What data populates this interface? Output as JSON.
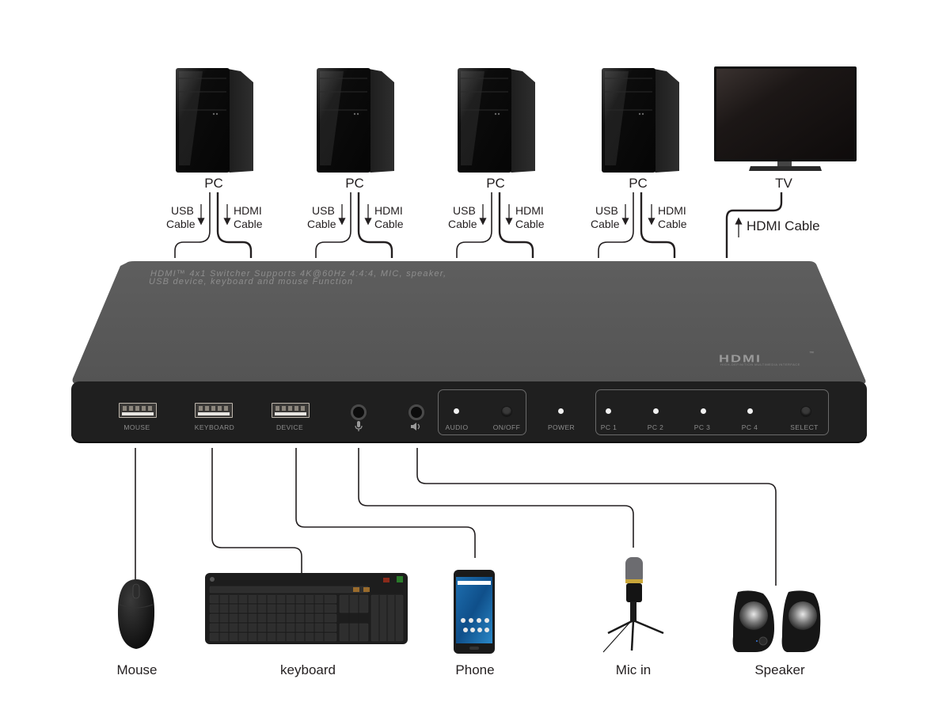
{
  "diagram": {
    "title": "HDMI 4x1 KVM Switcher connection diagram",
    "sources": [
      {
        "label": "PC",
        "usb_label": "USB\nCable",
        "hdmi_label": "HDMI\nCable",
        "usb_top": "USB",
        "usb_bottom": "Cable",
        "hdmi_top": "HDMI",
        "hdmi_bottom": "Cable"
      },
      {
        "label": "PC",
        "usb_top": "USB",
        "usb_bottom": "Cable",
        "hdmi_top": "HDMI",
        "hdmi_bottom": "Cable"
      },
      {
        "label": "PC",
        "usb_top": "USB",
        "usb_bottom": "Cable",
        "hdmi_top": "HDMI",
        "hdmi_bottom": "Cable"
      },
      {
        "label": "PC",
        "usb_top": "USB",
        "usb_bottom": "Cable",
        "hdmi_top": "HDMI",
        "hdmi_bottom": "Cable"
      }
    ],
    "display": {
      "label": "TV",
      "cable_label": "HDMI Cable"
    },
    "switch": {
      "slogan_line1": "HDMI™ 4x1 Switcher Supports 4K@60Hz 4:4:4, MIC, speaker,",
      "slogan_line2": "USB device, keyboard and mouse Function",
      "logo": "HDMI",
      "logo_tm": "™",
      "logo_sub": "HIGH-DEFINITION MULTIMEDIA INTERFACE",
      "ports": {
        "mouse": "MOUSE",
        "keyboard": "KEYBOARD",
        "device": "DEVICE",
        "mic_icon": "mic-icon",
        "speaker_icon": "speaker-icon"
      },
      "audio_group": {
        "audio": "AUDIO",
        "onoff": "ON/OFF"
      },
      "power": "POWER",
      "pc_group": {
        "pc1": "PC 1",
        "pc2": "PC 2",
        "pc3": "PC 3",
        "pc4": "PC 4",
        "select": "SELECT"
      }
    },
    "peripherals": [
      {
        "label": "Mouse"
      },
      {
        "label": "keyboard"
      },
      {
        "label": "Phone"
      },
      {
        "label": "Mic in"
      },
      {
        "label": "Speaker"
      }
    ],
    "colors": {
      "line": "#231f20",
      "switch_top": "#5b5b5b",
      "switch_front": "#1f1f1f",
      "panel_text": "#8c8c8c"
    }
  }
}
